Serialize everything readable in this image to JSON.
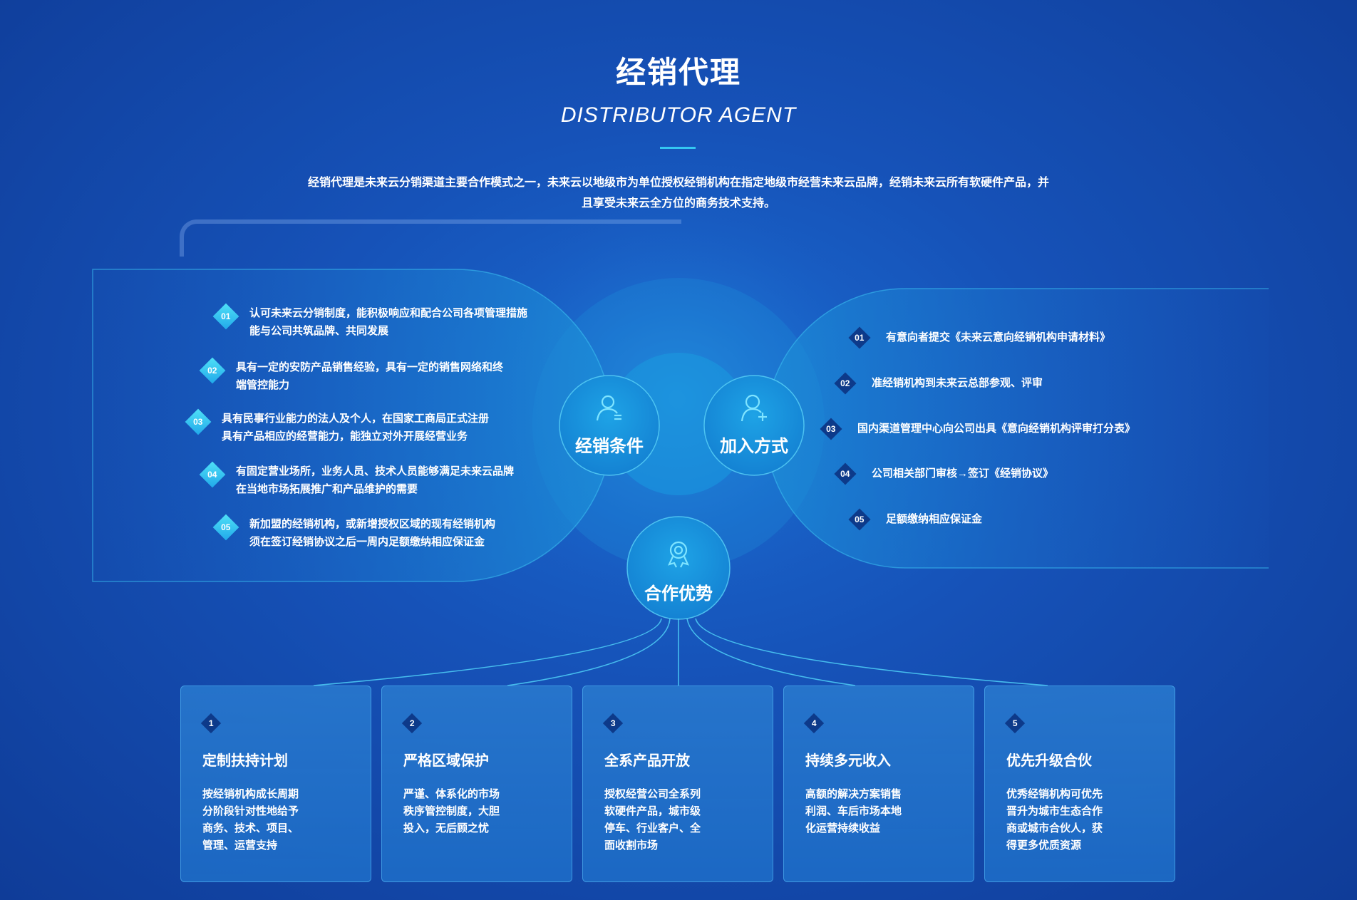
{
  "header": {
    "title": "经销代理",
    "subtitle": "DISTRIBUTOR AGENT",
    "intro_lines": [
      "经销代理是未来云分销渠道主要合作模式之一，未来云以地级市为单位授权经销机构在指定地级市经营未来云品牌，经销未来云所有软硬件产品，并",
      "且享受未来云全方位的商务技术支持。"
    ]
  },
  "hubs": {
    "conditions": {
      "label": "经销条件",
      "icon": "user-list-icon"
    },
    "join": {
      "label": "加入方式",
      "icon": "add-user-icon"
    },
    "advantages": {
      "label": "合作优势",
      "icon": "badge-icon"
    }
  },
  "conditions": [
    {
      "num": "01",
      "lines": [
        "认可未来云分销制度，能积极响应和配合公司各项管理措施",
        "能与公司共筑品牌、共同发展"
      ]
    },
    {
      "num": "02",
      "lines": [
        "具有一定的安防产品销售经验，具有一定的销售网络和终",
        "端管控能力"
      ]
    },
    {
      "num": "03",
      "lines": [
        "具有民事行业能力的法人及个人，在国家工商局正式注册",
        "具有产品相应的经营能力，能独立对外开展经营业务"
      ]
    },
    {
      "num": "04",
      "lines": [
        "有固定营业场所，业务人员、技术人员能够满足未来云品牌",
        "在当地市场拓展推广和产品维护的需要"
      ]
    },
    {
      "num": "05",
      "lines": [
        "新加盟的经销机构，或新增授权区域的现有经销机构",
        "须在签订经销协议之后一周内足额缴纳相应保证金"
      ]
    }
  ],
  "join_steps": [
    {
      "num": "01",
      "text": "有意向者提交《未来云意向经销机构申请材料》"
    },
    {
      "num": "02",
      "text": "准经销机构到未来云总部参观、评审"
    },
    {
      "num": "03",
      "text": "国内渠道管理中心向公司出具《意向经销机构评审打分表》"
    },
    {
      "num": "04",
      "text": "公司相关部门审核→签订《经销协议》"
    },
    {
      "num": "05",
      "text": "足额缴纳相应保证金"
    }
  ],
  "advantages": [
    {
      "num": "1",
      "title": "定制扶持计划",
      "lines": [
        "按经销机构成长周期",
        "分阶段针对性地给予",
        "商务、技术、项目、",
        "管理、运营支持"
      ]
    },
    {
      "num": "2",
      "title": "严格区域保护",
      "lines": [
        "严谨、体系化的市场",
        "秩序管控制度，大胆",
        "投入，无后顾之忧"
      ]
    },
    {
      "num": "3",
      "title": "全系产品开放",
      "lines": [
        "授权经营公司全系列",
        "软硬件产品，城市级",
        "停车、行业客户、全",
        "面收割市场"
      ]
    },
    {
      "num": "4",
      "title": "持续多元收入",
      "lines": [
        "高额的解决方案销售",
        "利润、车后市场本地",
        "化运营持续收益"
      ]
    },
    {
      "num": "5",
      "title": "优先升级合伙",
      "lines": [
        "优秀经销机构可优先",
        "晋升为城市生态合作",
        "商或城市合伙人，获",
        "得更多优质资源"
      ]
    }
  ],
  "colors": {
    "accent": "#34c7f2",
    "diamond_cyan": "#2fc3f0",
    "diamond_navy": "#0d3a8a",
    "background": "#1652b8"
  }
}
